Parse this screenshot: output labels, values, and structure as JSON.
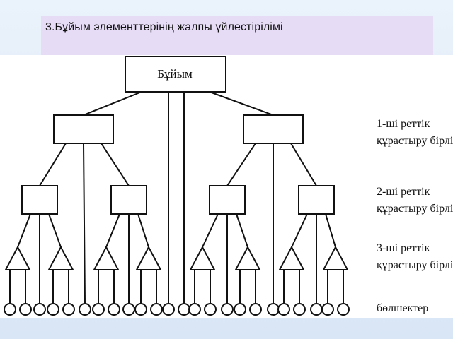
{
  "title": "3.Бұйым элементтерінің жалпы үйлестірілімі",
  "diagram": {
    "root_label": "Бұйым",
    "levels": [
      {
        "line1": "1-ші реттік",
        "line2": "құрастыру бірлігі"
      },
      {
        "line1": "2-ші реттік",
        "line2": "құрастыру бірлігі"
      },
      {
        "line1": "3-ші реттік",
        "line2": "құрастыру бірлігі"
      }
    ],
    "parts_label": "бөлшектер"
  }
}
